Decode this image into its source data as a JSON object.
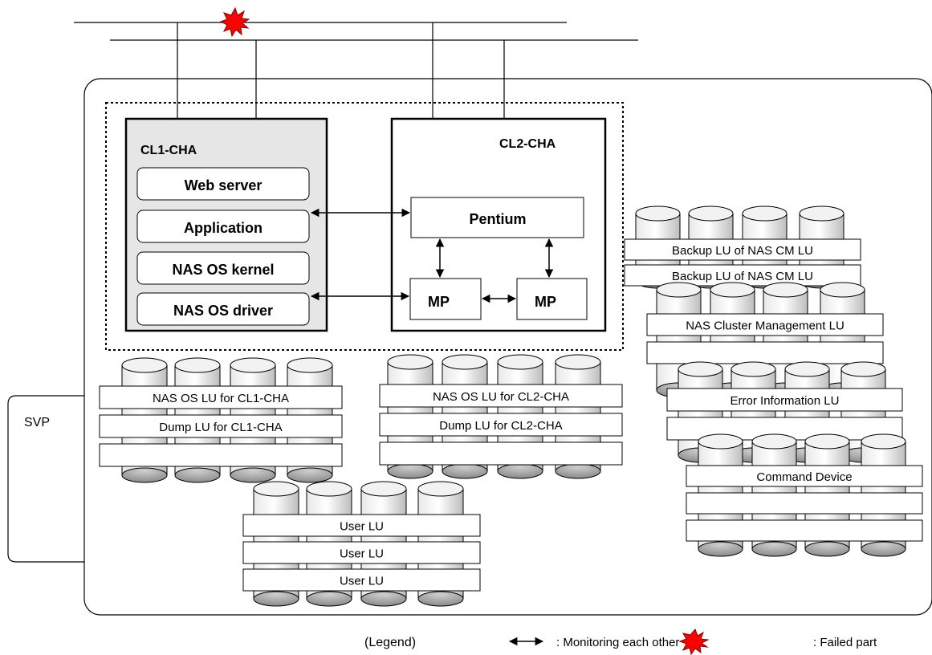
{
  "svp": {
    "label": "SVP"
  },
  "cl1": {
    "title": "CL1-CHA",
    "modules": [
      "Web server",
      "Application",
      "NAS OS kernel",
      "NAS OS driver"
    ]
  },
  "cl2": {
    "title": "CL2-CHA",
    "pentium": "Pentium",
    "mp_left": "MP",
    "mp_right": "MP"
  },
  "cl1_lu_group": {
    "bars": [
      "NAS OS LU for CL1-CHA",
      "Dump LU for CL1-CHA",
      ""
    ]
  },
  "cl2_lu_group": {
    "bars": [
      "NAS OS LU for CL2-CHA",
      "Dump LU for CL2-CHA",
      ""
    ]
  },
  "user_lu_group": {
    "bars": [
      "User LU",
      "User LU",
      "User LU"
    ]
  },
  "right_groups": {
    "backup": {
      "bars": [
        "Backup LU of NAS CM LU",
        "Backup LU of NAS CM LU"
      ]
    },
    "cluster": {
      "bars": [
        "NAS Cluster Management LU",
        ""
      ]
    },
    "error": {
      "bars": [
        "Error Information LU",
        ""
      ]
    },
    "command": {
      "bars": [
        "Command Device",
        "",
        ""
      ]
    }
  },
  "legend": {
    "title": "(Legend)",
    "monitoring": ": Monitoring each other",
    "failed": ": Failed part"
  },
  "colors": {
    "cha_fill": "#e6e6e6",
    "failed_fill": "#ff0000",
    "line": "#000000"
  }
}
